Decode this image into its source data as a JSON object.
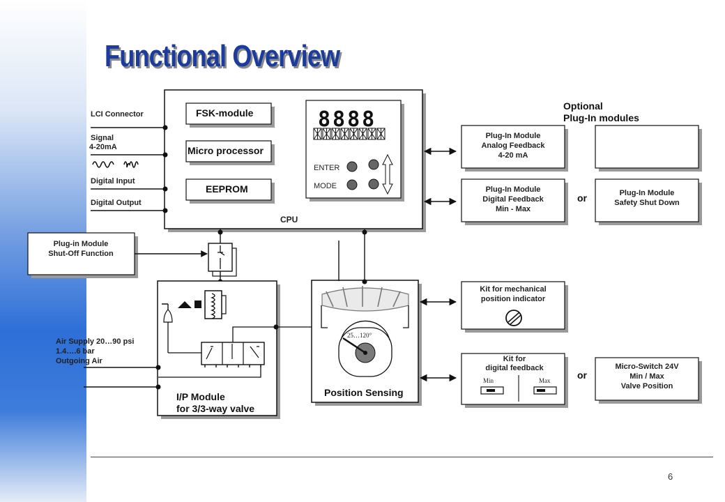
{
  "slide": {
    "title": "Functional Overview",
    "page_number": "6"
  },
  "signals": {
    "lci": "LCI Connector",
    "signal_line1": "Signal",
    "signal_line2": "4-20mA",
    "digital_input": "Digital Input",
    "digital_output": "Digital Output"
  },
  "cpu": {
    "label": "CPU",
    "fsk": "FSK-module",
    "micro": "Micro processor",
    "eeprom": "EEPROM",
    "display_digits": "8888",
    "enter": "ENTER",
    "mode": "MODE"
  },
  "shutoff": {
    "line1": "Plug-in Module",
    "line2": "Shut-Off Function"
  },
  "ip_module": {
    "line1": "I/P Module",
    "line2": "for 3/3-way valve"
  },
  "air": {
    "line1": "Air Supply 20…90 psi",
    "line2": "1.4….6 bar",
    "line3": "Outgoing Air"
  },
  "position": {
    "label": "Position Sensing",
    "scale": "25…120°"
  },
  "optional": {
    "line1": "Optional",
    "line2": "Plug-In modules"
  },
  "modules": {
    "analog": {
      "line1": "Plug-In Module",
      "line2": "Analog Feedback",
      "line3": "4-20 mA"
    },
    "digital": {
      "line1": "Plug-In Module",
      "line2": "Digital Feedback",
      "line3": "Min - Max"
    },
    "safety": {
      "line1": "Plug-In Module",
      "line2": "Safety Shut Down"
    },
    "mech": {
      "line1": "Kit for mechanical",
      "line2": "position indicator"
    },
    "kitdig": {
      "line1": "Kit for",
      "line2": "digital feedback",
      "min": "Min",
      "max": "Max"
    },
    "micro_switch": {
      "line1": "Micro-Switch 24V",
      "line2": "Min / Max",
      "line3": "Valve Position"
    },
    "or1": "or",
    "or2": "or"
  }
}
